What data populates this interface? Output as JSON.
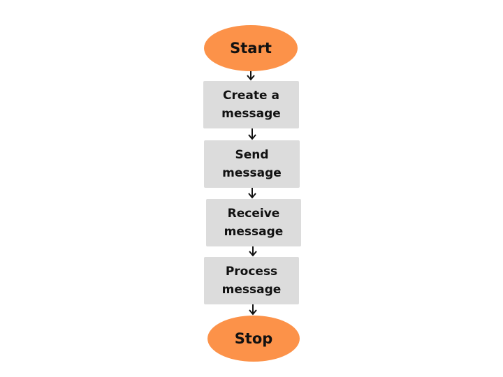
{
  "colors": {
    "terminal_fill": "#FC9249",
    "process_fill": "#DCDCDC",
    "text": "#111111",
    "arrow": "#111111"
  },
  "flowchart": {
    "start": "Start",
    "steps": [
      "Create a\nmessage",
      "Send\nmessage",
      "Receive\nmessage",
      "Process\nmessage"
    ],
    "stop": "Stop"
  }
}
